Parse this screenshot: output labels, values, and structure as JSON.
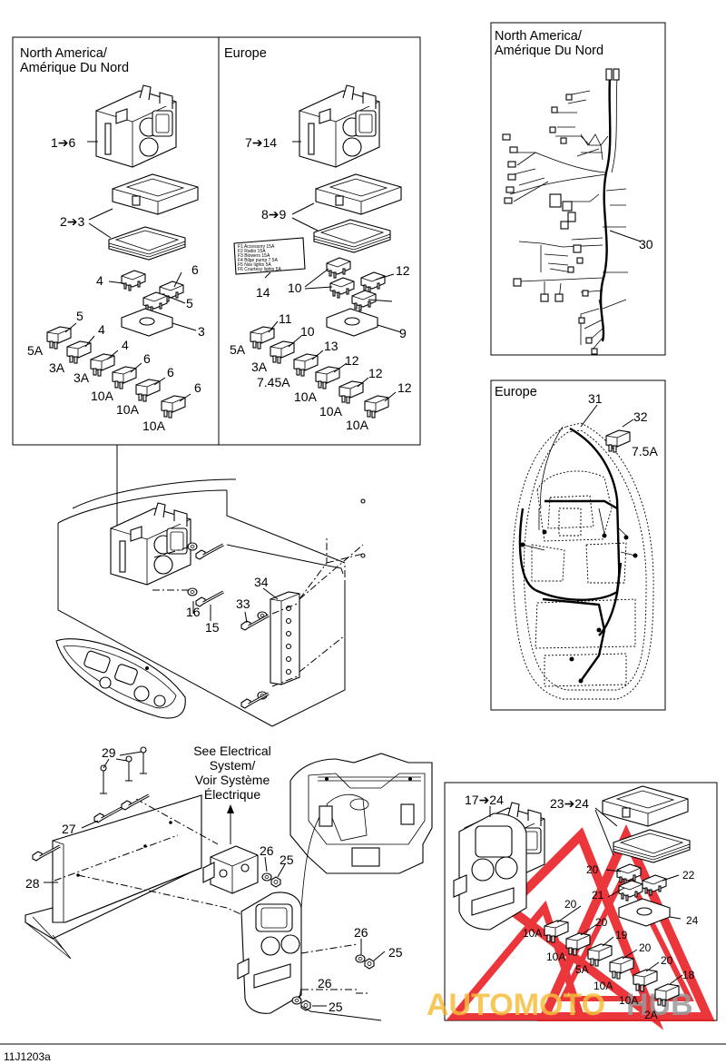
{
  "figure_code": "11J1203a",
  "panels": {
    "top_left": {
      "title_line1": "North America/",
      "title_line2": "Amérique Du Nord"
    },
    "top_middle": {
      "title": "Europe"
    },
    "top_right": {
      "title_line1": "North America/",
      "title_line2": "Amérique Du Nord"
    },
    "middle_right": {
      "title": "Europe"
    }
  },
  "note": {
    "line1": "See Electrical",
    "line2": "System/",
    "line3": "Voir Système",
    "line4": "Électrique"
  },
  "fuse_label_card": [
    "F1 Accessory 15A",
    "F2 Radio 15A",
    "F3 Blowers 15A",
    "F4 Bilge pump 7.5A",
    "F5 Nav lights 5A",
    "F6 Courtesy lights 5A"
  ],
  "callouts": {
    "na_1_6": "1➔6",
    "na_2_3": "2➔3",
    "na_4": "4",
    "na_6a": "6",
    "na_5a": "5",
    "na_3": "3",
    "na_5b": "5",
    "na_5A": "5A",
    "na_4b": "4",
    "na_3A_a": "3A",
    "na_4c": "4",
    "na_3A_b": "3A",
    "na_6b": "6",
    "na_10A_a": "10A",
    "na_6c": "6",
    "na_10A_b": "10A",
    "na_6d": "6",
    "na_10A_c": "10A",
    "eu_7_14": "7➔14",
    "eu_8_9": "8➔9",
    "eu_14": "14",
    "eu_12a": "12",
    "eu_10a": "10",
    "eu_9": "9",
    "eu_11": "11",
    "eu_5A": "5A",
    "eu_10b": "10",
    "eu_3A": "3A",
    "eu_13": "13",
    "eu_745A": "7.45A",
    "eu_12b": "12",
    "eu_10A_a": "10A",
    "eu_12c": "12",
    "eu_10A_b": "10A",
    "eu_12d": "12",
    "eu_10A_c": "10A",
    "c30": "30",
    "c31": "31",
    "c32": "32",
    "c75A": "7.5A",
    "c16": "16",
    "c15": "15",
    "c33": "33",
    "c34": "34",
    "c29": "29",
    "c27": "27",
    "c28": "28",
    "c26a": "26",
    "c25a": "25",
    "c26b": "26",
    "c25b": "25",
    "c26c": "26",
    "c25c": "25",
    "c17_24": "17➔24",
    "c23_24": "23➔24",
    "c20a": "20",
    "c22": "22",
    "c21": "21",
    "c20b": "20",
    "c24": "24",
    "c10A_a": "10A",
    "c20c": "20",
    "c19": "19",
    "c10A_b": "10A",
    "c20d": "20",
    "c5A": "5A",
    "c20e": "20",
    "c18": "18",
    "c10A_c": "10A",
    "c10A_d": "10A",
    "c2A": "2A"
  },
  "watermark": {
    "part1": "AUTOMOTO",
    "part2": "HUB"
  },
  "colors": {
    "watermark_red": "#e8141b",
    "watermark_gold": "#f5b21a",
    "line": "#000000",
    "background": "#ffffff"
  }
}
